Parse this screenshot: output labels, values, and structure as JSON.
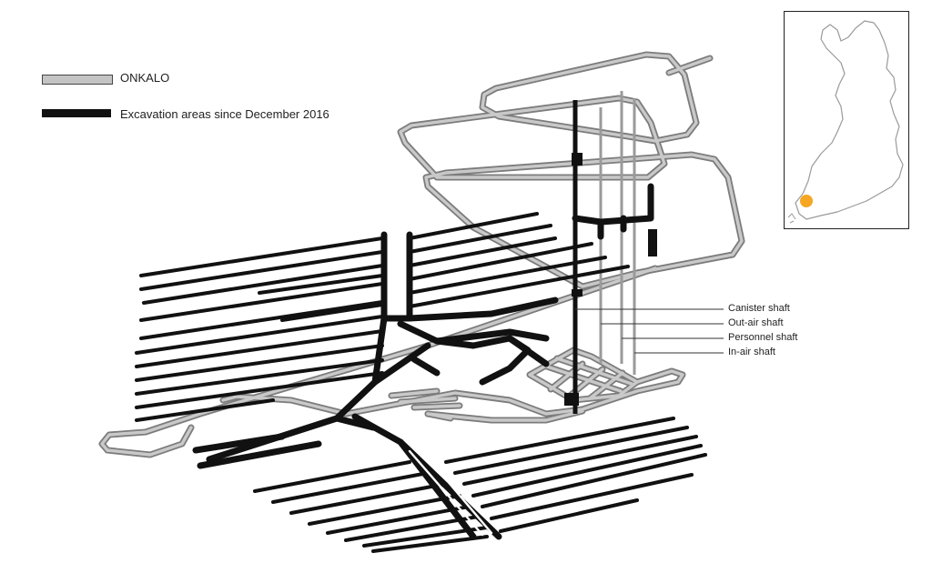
{
  "legend": {
    "items": [
      {
        "label": "ONKALO",
        "color": "#bdbdbd"
      },
      {
        "label": "Excavation areas since December 2016",
        "color": "#111111"
      }
    ]
  },
  "shafts": [
    {
      "label": "Canister shaft"
    },
    {
      "label": "Out-air shaft"
    },
    {
      "label": "Personnel shaft"
    },
    {
      "label": "In-air shaft"
    }
  ],
  "colors": {
    "onkalo": "#a9a9a9",
    "excavation": "#111111",
    "locator": "#f5a623",
    "map_outline": "#9a9a9a"
  },
  "inset_map": {
    "region": "Finland",
    "marker_icon": "location-marker-icon"
  }
}
